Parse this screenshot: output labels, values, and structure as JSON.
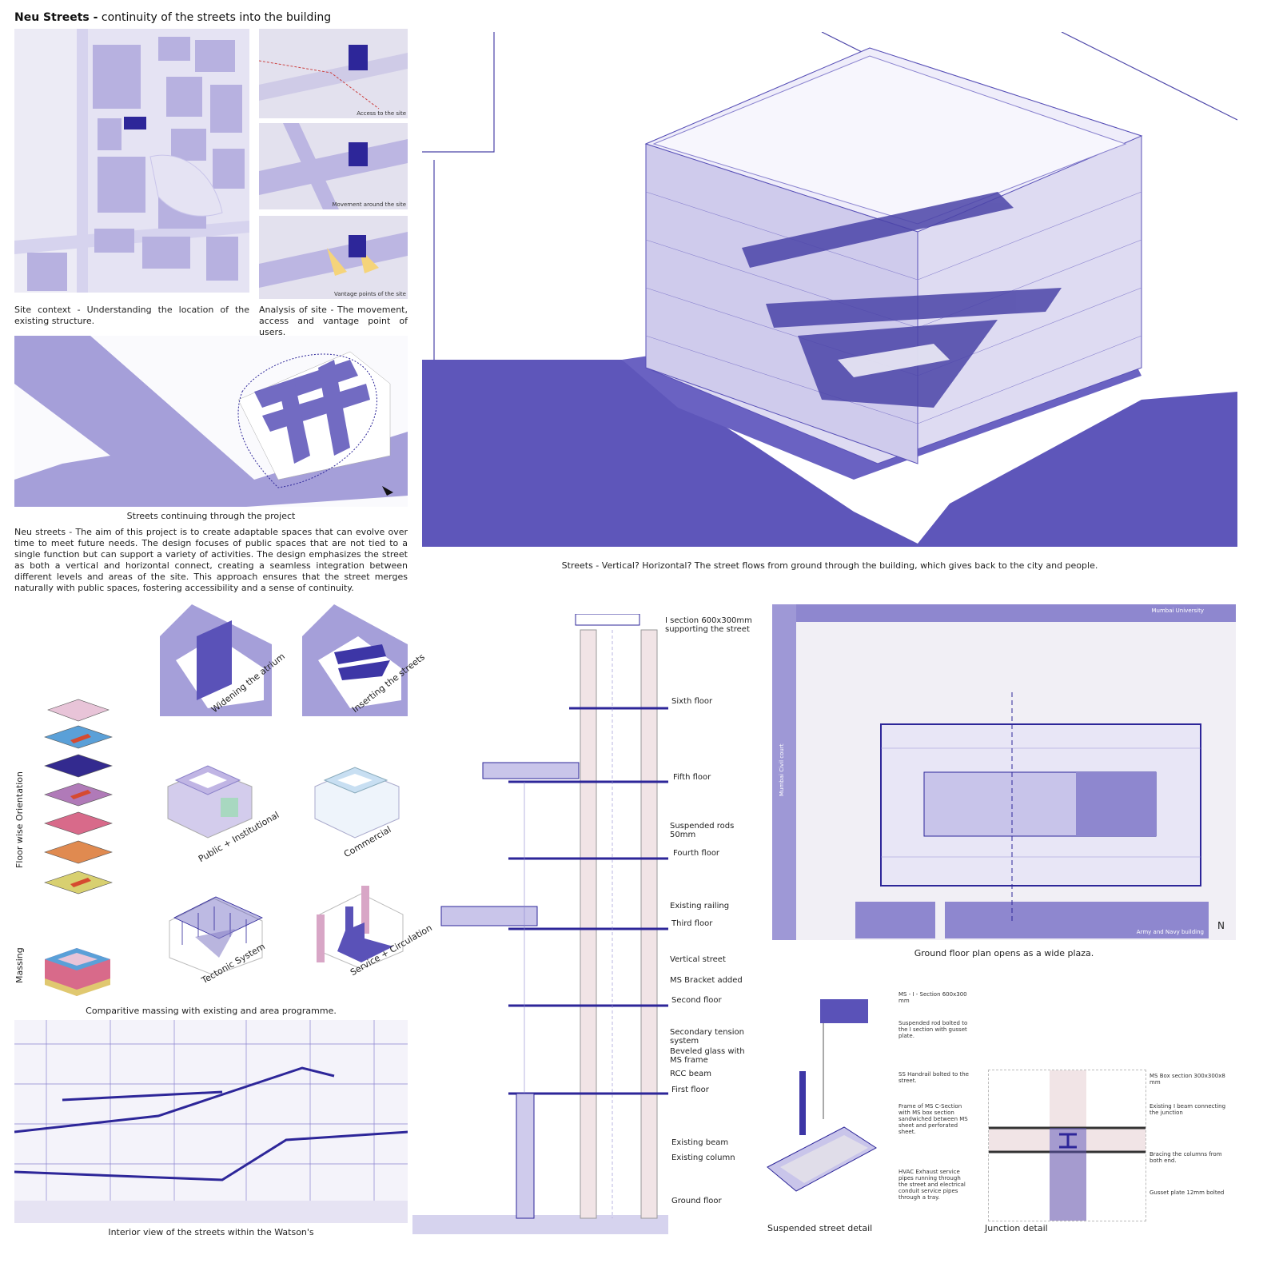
{
  "header": {
    "title_bold": "Neu Streets -",
    "title_rest": " continuity of the streets into the building"
  },
  "site_analysis": {
    "access_label": "Access to the site",
    "movement_label": "Movement around the site",
    "vantage_label": "Vantage points of the site",
    "context_caption": "Site context - Understanding the location of the existing structure.",
    "analysis_caption": "Analysis of site - The movement, access and vantage point of users."
  },
  "streets_plan": {
    "caption": "Streets continuing through the project"
  },
  "description": {
    "text": "Neu streets - The aim of this project is to create adaptable spaces that can evolve over time to meet future needs. The design focuses of public spaces that are not tied to a single function but can support a variety of activities. The design emphasizes the street as both a vertical and horizontal connect, creating a seamless integration between different levels and areas of the site. This approach ensures that the street merges naturally with public spaces, fostering accessibility and a sense of continuity."
  },
  "axonometric": {
    "caption": "Streets - Vertical? Horizontal? The street flows from ground through the building, which gives back to the city and people."
  },
  "massing": {
    "widening_label": "Widening the atrium",
    "inserting_label": "Inserting the streets",
    "floor_orientation_label": "Floor wise Orientation",
    "massing_label": "Massing",
    "public_label": "Public + Institutional",
    "commercial_label": "Commercial",
    "tectonic_label": "Tectonic System",
    "service_label": "Service + Circulation",
    "caption": "Comparitive massing with existing and area programme."
  },
  "interior": {
    "caption": "Interior view of the streets within the Watson's"
  },
  "section": {
    "labels": [
      "I section 600x300mm supporting the street",
      "Sixth floor",
      "Fifth floor",
      "Suspended rods 50mm",
      "Fourth floor",
      "Existing railing",
      "Third floor",
      "Vertical street",
      "MS Bracket added",
      "Second floor",
      "Secondary tension system",
      "Beveled glass with MS frame",
      "RCC beam",
      "First floor",
      "Existing beam",
      "Existing column",
      "Ground floor"
    ]
  },
  "ground_plan": {
    "caption": "Ground floor plan opens as a wide plaza.",
    "north": "N",
    "tag_top": "Mumbai University",
    "tag_bottom": "Army and Navy building",
    "tag_left": "Mumbai Civil court"
  },
  "details": {
    "suspended_caption": "Suspended street detail",
    "junction_caption": "Junction detail",
    "suspended_notes": [
      "MS - I - Section 600x300 mm",
      "Suspended rod bolted to the I section with gusset plate.",
      "SS Handrail bolted to the street.",
      "Frame of MS C-Section with MS box section sandwiched between MS sheet and perforated sheet.",
      "HVAC Exhaust service pipes running through the street and electrical conduit service pipes through a tray."
    ],
    "junction_notes": [
      "MS Box section 300x300x8 mm",
      "Existing I beam connecting the junction",
      "Bracing the columns from both end.",
      "Gusset plate 12mm bolted"
    ]
  },
  "colors": {
    "accent": "#5a52b8",
    "light": "#d9d6f0",
    "mid": "#9a92d6",
    "dark": "#2d2699",
    "paper": "#efedf6"
  }
}
